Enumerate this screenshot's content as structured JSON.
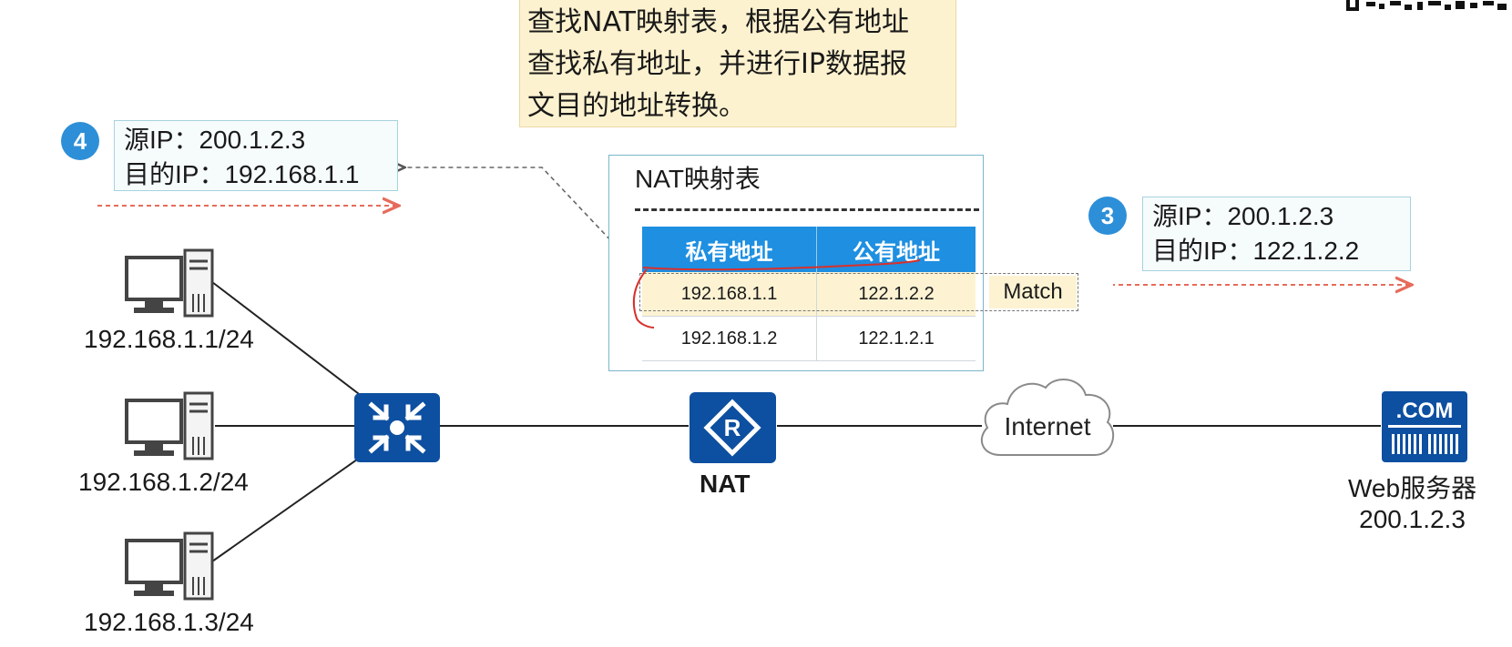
{
  "note": {
    "lines": [
      "查找NAT映射表，根据公有地址",
      "查找私有地址，并进行IP数据报",
      "文目的地址转换。"
    ]
  },
  "packet4": {
    "badge": "4",
    "src_label": "源IP：",
    "src": "200.1.2.3",
    "dst_label": "目的IP：",
    "dst": "192.168.1.1"
  },
  "packet3": {
    "badge": "3",
    "src_label": "源IP：",
    "src": "200.1.2.3",
    "dst_label": "目的IP：",
    "dst": "122.1.2.2"
  },
  "nat_table": {
    "title": "NAT映射表",
    "headers": [
      "私有地址",
      "公有地址"
    ],
    "rows": [
      [
        "192.168.1.1",
        "122.1.2.2"
      ],
      [
        "192.168.1.2",
        "122.1.2.1"
      ]
    ],
    "match_label": "Match"
  },
  "hosts": [
    {
      "label": "192.168.1.1/24"
    },
    {
      "label": "192.168.1.2/24"
    },
    {
      "label": "192.168.1.3/24"
    }
  ],
  "nat_device": {
    "label": "NAT"
  },
  "cloud": {
    "label": "Internet"
  },
  "server": {
    "badge": ".COM",
    "name": "Web服务器",
    "ip": "200.1.2.3"
  },
  "colors": {
    "device_blue": "#0d4fa0",
    "badge_blue": "#2d8fd8",
    "table_header": "#1e8fe1",
    "arrow_red": "#e66b5b",
    "note_bg": "#fdf2cf",
    "highlight": "#fdf3d3",
    "annotation_red": "#d9302b"
  },
  "icons": [
    "pc-icon",
    "switch-icon",
    "router-icon",
    "cloud-icon",
    "web-server-icon",
    "qr-code-icon"
  ]
}
